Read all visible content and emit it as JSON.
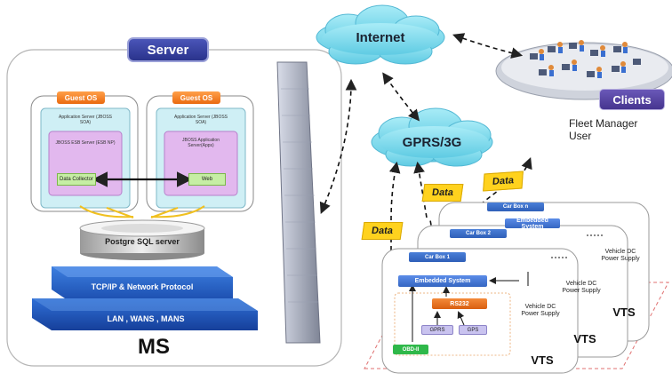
{
  "server": {
    "tag": "Server",
    "guest_os_left": "Guest OS",
    "guest_os_right": "Guest OS",
    "app_server_left": "Application Server (JBOSS SOA)",
    "app_server_right": "Application Server (JBOSS SOA)",
    "esb_server": "JBOSS ESB Server (ESB NP)",
    "app_inner_right": "JBOSS Application Server(Apps)",
    "data_collector": "Data Collector",
    "web": "Web",
    "database": "Postgre SQL server",
    "tcpip": "TCP/IP & Network Protocol",
    "lan": "LAN , WANS , MANS",
    "label": "MS"
  },
  "internet": "Internet",
  "gprs": "GPRS/3G",
  "clients": {
    "tag": "Clients",
    "caption_line1": "Fleet Manager",
    "caption_line2": "User"
  },
  "data_labels": [
    "Data",
    "Data",
    "Data"
  ],
  "vehicles": {
    "car_boxes": [
      "Car Box 1",
      "Car Box 2",
      "Car Box n"
    ],
    "embedded": "Embedded System",
    "embedded_back": "Embedded System",
    "rs232": "RS232",
    "gprs": "GPRS",
    "gps": "GPS",
    "obd": "OBD-II",
    "power": "Vehicle DC Power Supply",
    "vts": "VTS"
  },
  "colors": {
    "cloud": "#7fdcef",
    "server_tag": "#2f3a9a",
    "guest_os": "#f07b1f",
    "layer_blue": "#1f5fbf",
    "data_tag": "#ffd21e",
    "clients": "#5a47a8"
  }
}
